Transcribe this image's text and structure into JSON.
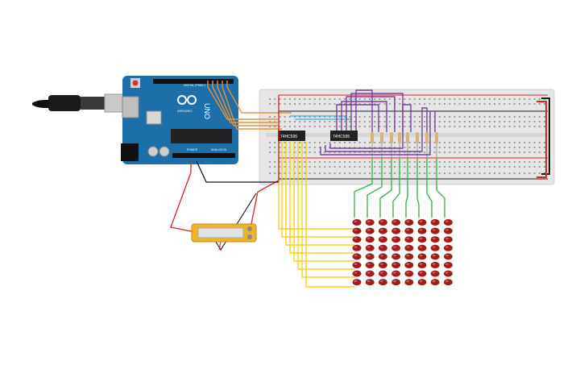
{
  "arduino": {
    "model": "UNO",
    "brand": "ARDUINO",
    "digital_header_label": "DIGITAL (PWM~)",
    "power_label": "POWER",
    "analog_label": "ANALOG IN",
    "board_color": "#1c6fa8",
    "chip_color": "#222222"
  },
  "breadboard": {
    "color": "#e6e6e6",
    "rail_red": "#e02020",
    "rail_black": "#1a1a1a"
  },
  "shift_registers": [
    {
      "label": "74HC595"
    },
    {
      "label": "74HC595"
    }
  ],
  "potentiometer": {
    "body_color": "#f0b429"
  },
  "led_matrix": {
    "rows": 8,
    "cols": 8,
    "led_color": "#a11d1d"
  },
  "wire_colors": {
    "orange": "#e8913a",
    "purple": "#7b3fa0",
    "yellow": "#f2d21b",
    "green": "#3ab54a",
    "blue": "#3fa9dd",
    "red": "#e02020",
    "black": "#1a1a1a"
  },
  "icons": {
    "usb_cable": "usb-cable-icon",
    "reset": "reset-button-icon"
  }
}
